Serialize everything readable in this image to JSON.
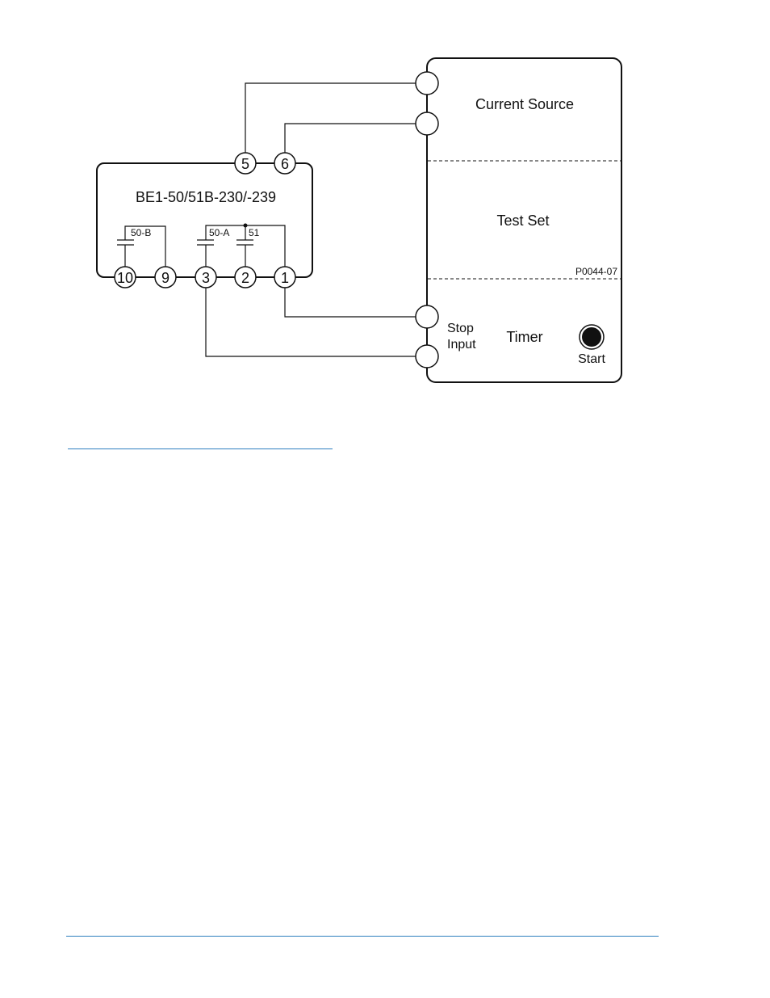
{
  "diagram": {
    "relay_title": "BE1-50/51B-230/-239",
    "test_set_sections": {
      "current_source": "Current Source",
      "test_set": "Test Set",
      "timer": "Timer"
    },
    "figure_code": "P0044-07",
    "stop_input": {
      "line1": "Stop",
      "line2": "Input"
    },
    "start_label": "Start",
    "contacts": {
      "c50b": "50-B",
      "c50a": "50-A",
      "c51": "51"
    },
    "terminals": {
      "t5": "5",
      "t6": "6",
      "t10": "10",
      "t9": "9",
      "t3": "3",
      "t2": "2",
      "t1": "1"
    }
  },
  "colors": {
    "accent_rule": "#2f7fbf",
    "ink": "#111111"
  }
}
